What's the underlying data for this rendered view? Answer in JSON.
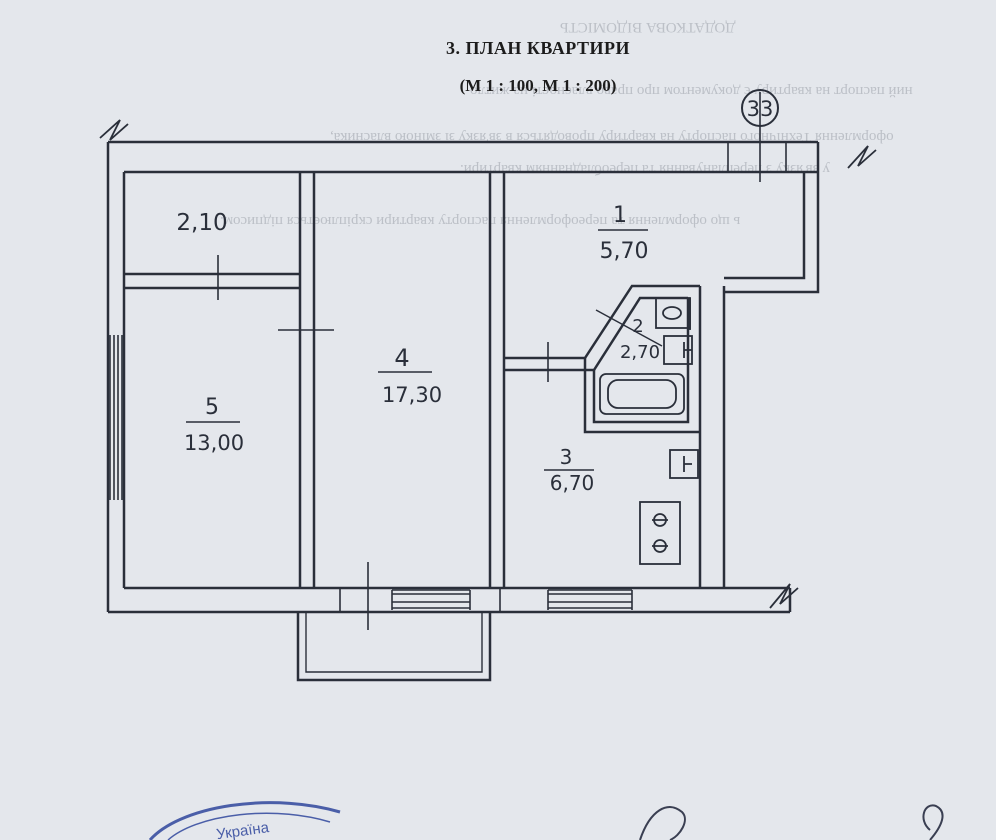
{
  "title": "3. ПЛАН КВАРТИРИ",
  "scale": "(М 1 : 100, М 1 : 200)",
  "apartment_number": "33",
  "rooms": [
    {
      "id": "1",
      "area": "5,70"
    },
    {
      "id": "2",
      "area": "2,70"
    },
    {
      "id": "3",
      "area": "6,70"
    },
    {
      "id": "4",
      "area": "17,30"
    },
    {
      "id": "5",
      "area": "13,00"
    }
  ],
  "storage_area": "2,10",
  "stamp_text": "Україна",
  "bleed_through": [
    "ДОДАТКОВА ВІДОМІСТЬ",
    "ний паспорт на квартиру є документом про право власності на житло",
    "оформлення Технічного паспорту на квартиру проводяться в зв'язку зі зміною власника,",
    "у зв'язку з перепланування та переобладнанням квартири.",
    "ь що оформлення та переоформлення паспорту квартири скріплюється підписом."
  ],
  "colors": {
    "paper": "#e4e7ec",
    "ink": "#2a2f3a",
    "stamp": "#4a5ea8"
  }
}
